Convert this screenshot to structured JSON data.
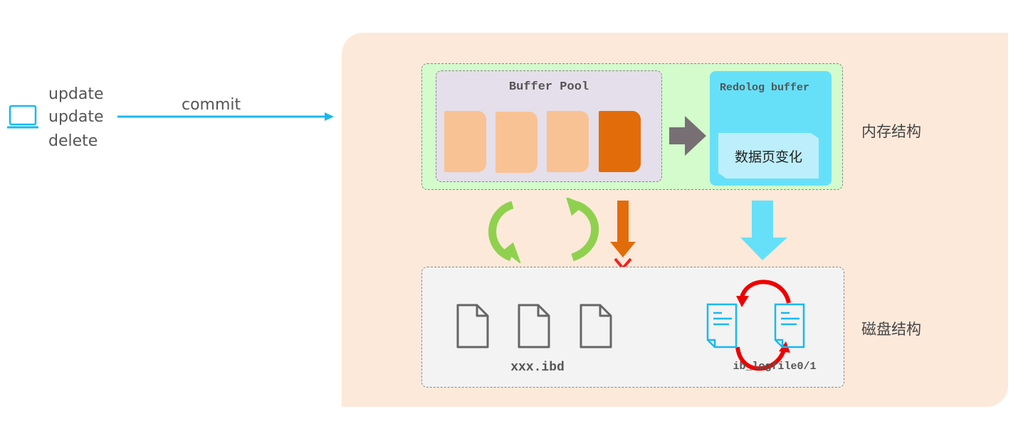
{
  "client": {
    "icon": "laptop-icon",
    "lines": [
      "update",
      "update",
      "delete"
    ],
    "action": "commit",
    "accent": "#1ab8f0"
  },
  "memory": {
    "label": "内存结构",
    "buffer_pool": {
      "title": "Buffer Pool",
      "page_colors": [
        "#f9c294",
        "#f9c294",
        "#f9c294",
        "#e26c0a"
      ]
    },
    "redolog_buffer": {
      "title": "Redolog buffer",
      "entry": "数据页变化"
    }
  },
  "disk": {
    "label": "磁盘结构",
    "data_files": {
      "label": "xxx.ibd",
      "icon": "file-icon"
    },
    "log_files": {
      "label": "ib_logfile0/1",
      "icon": "document-icon"
    }
  }
}
